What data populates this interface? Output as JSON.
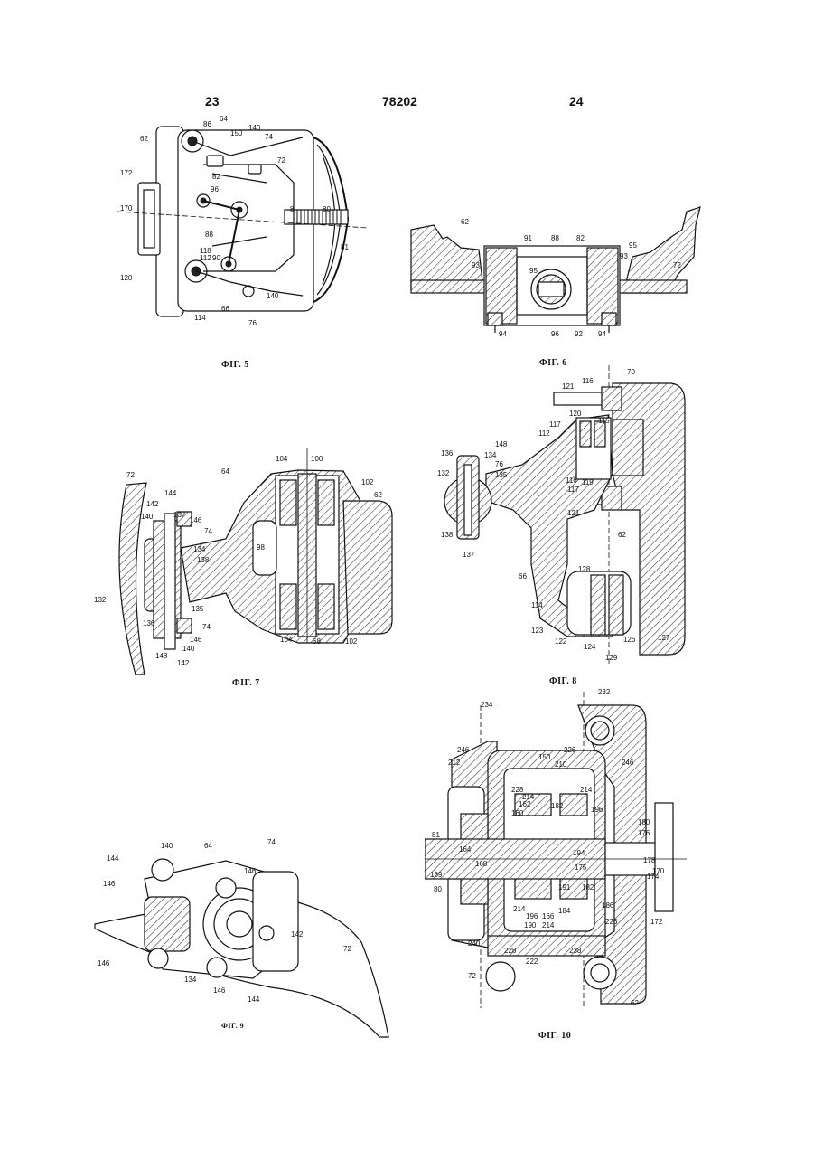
{
  "header": {
    "left_page": "23",
    "center_number": "78202",
    "right_page": "24"
  },
  "figures": [
    {
      "id": "fig5",
      "caption": "ФІГ. 5",
      "labels": [
        "62",
        "86",
        "64",
        "140",
        "150",
        "74",
        "72",
        "172",
        "82",
        "96",
        "8",
        "80",
        "170",
        "88",
        "81",
        "118",
        "112",
        "90",
        "120",
        "140",
        "66",
        "76",
        "114"
      ]
    },
    {
      "id": "fig6",
      "caption": "ФІГ. 6",
      "labels": [
        "62",
        "91",
        "88",
        "82",
        "95",
        "93",
        "95",
        "93",
        "72",
        "94",
        "96",
        "92",
        "94"
      ]
    },
    {
      "id": "fig7",
      "caption": "ФІГ. 7",
      "labels": [
        "72",
        "64",
        "104",
        "100",
        "102",
        "62",
        "142",
        "144",
        "140",
        "137",
        "146",
        "74",
        "98",
        "134",
        "138",
        "132",
        "135",
        "74",
        "136",
        "146",
        "140",
        "148",
        "142",
        "104",
        "68",
        "102"
      ]
    },
    {
      "id": "fig8",
      "caption": "ФІГ. 8",
      "labels": [
        "70",
        "116",
        "121",
        "120",
        "115",
        "112",
        "117",
        "148",
        "136",
        "134",
        "76",
        "132",
        "135",
        "116",
        "119",
        "117",
        "121",
        "138",
        "137",
        "62",
        "66",
        "128",
        "114",
        "123",
        "122",
        "124",
        "126",
        "127",
        "129"
      ]
    },
    {
      "id": "fig9",
      "caption": "ФІГ. 9",
      "labels": [
        "140",
        "64",
        "74",
        "144",
        "146",
        "146",
        "142",
        "72",
        "146",
        "134",
        "146",
        "144"
      ]
    },
    {
      "id": "fig10",
      "caption": "ФІГ. 10",
      "labels": [
        "234",
        "232",
        "246",
        "226",
        "212",
        "150",
        "210",
        "246",
        "228",
        "214",
        "162",
        "182",
        "214",
        "196",
        "160",
        "180",
        "81",
        "164",
        "194",
        "178",
        "176",
        "168",
        "169",
        "175",
        "174",
        "170",
        "80",
        "191",
        "182",
        "186",
        "214",
        "196",
        "166",
        "184",
        "226",
        "190",
        "214",
        "172",
        "240",
        "228",
        "238",
        "222",
        "72",
        "62"
      ]
    }
  ]
}
